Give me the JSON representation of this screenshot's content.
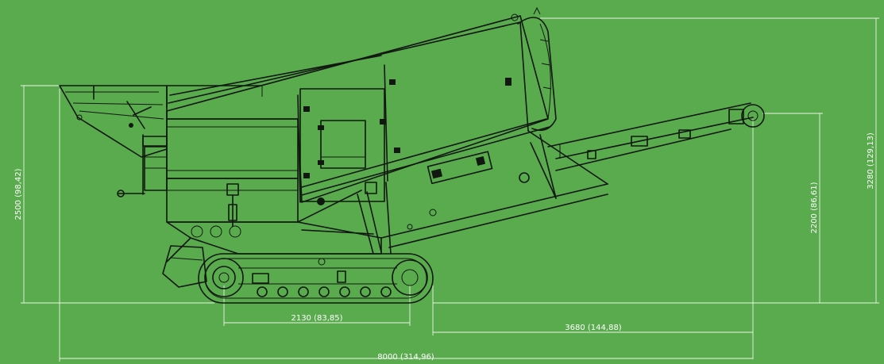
{
  "diagram": {
    "background_color": "#5aab4e",
    "line_color": "#101810",
    "dimension_color": "#e9f4e4"
  },
  "dimensions": {
    "height_feeder": "2500 (98,42)",
    "height_total": "3280 (129,13)",
    "height_conveyor": "2200 (86,61)",
    "track_length": "2130 (83,85)",
    "conveyor_reach": "3680 (144,88)",
    "overall_length": "8000 (314,96)"
  }
}
